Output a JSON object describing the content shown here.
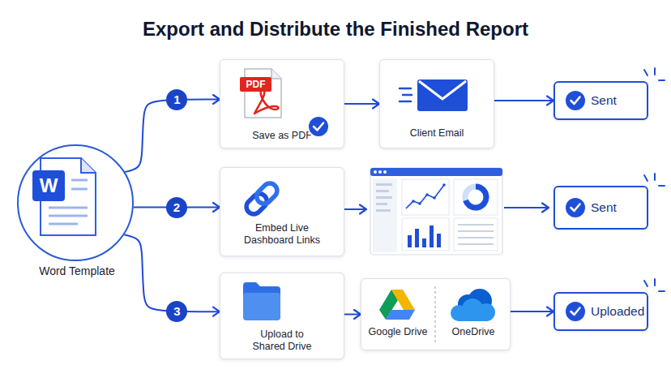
{
  "diagram": {
    "title": "Export and Distribute the Finished Report",
    "nodes": [
      {
        "text": [
          "Word Template"
        ]
      },
      {
        "text": [
          "Save as PDF"
        ]
      },
      {
        "text": [
          "Client Email"
        ]
      },
      {
        "text": [
          "Sent"
        ]
      },
      {
        "text": [
          "Embed Live Dashboard Links"
        ]
      },
      {
        "text": [
          "Sent"
        ]
      },
      {
        "text": [
          "Upload to Shared Drive"
        ]
      },
      {
        "text": [
          "Google Drive",
          "OneDrive"
        ]
      },
      {
        "text": [
          "Uploaded"
        ]
      }
    ],
    "edges": [
      {
        "from": 0,
        "to": 1,
        "arrow": "to",
        "label": "1"
      },
      {
        "from": 0,
        "to": 4,
        "arrow": "to",
        "label": "2"
      },
      {
        "from": 0,
        "to": 6,
        "arrow": "to",
        "label": "3"
      },
      {
        "from": 1,
        "to": 2,
        "arrow": "to"
      },
      {
        "from": 2,
        "to": 3,
        "arrow": "to"
      },
      {
        "from": 6,
        "to": 7,
        "arrow": "to"
      },
      {
        "from": 7,
        "to": 8,
        "arrow": "to"
      }
    ],
    "labels": [
      "W",
      "PDF"
    ]
  }
}
